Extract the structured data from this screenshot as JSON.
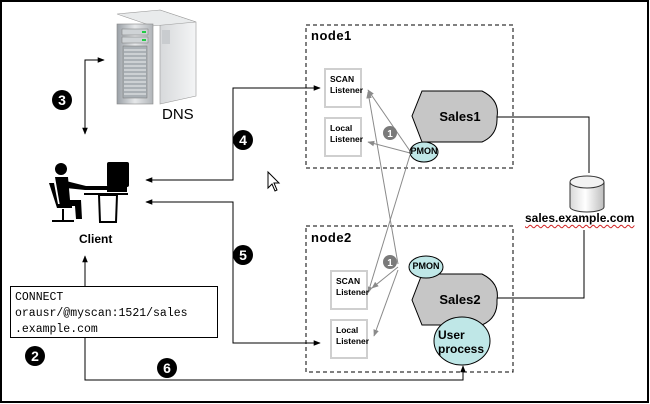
{
  "diagram": {
    "title": "SCAN listener client connection flow",
    "nodes": [
      {
        "id": "node1",
        "label": "node1",
        "scan_listener": [
          "SCAN",
          "Listener"
        ],
        "local_listener": [
          "Local",
          "Listener"
        ],
        "instance": "Sales1",
        "pmon": "PMON",
        "registration_step": "1"
      },
      {
        "id": "node2",
        "label": "node2",
        "scan_listener": [
          "SCAN",
          "Listener"
        ],
        "local_listener": [
          "Local",
          "Listener"
        ],
        "instance": "Sales2",
        "pmon": "PMON",
        "user_process": [
          "User",
          "process"
        ],
        "registration_step": "1"
      }
    ],
    "dns": {
      "label": "DNS",
      "step": "3"
    },
    "client": {
      "label": "Client"
    },
    "connect_string": {
      "lines": [
        "CONNECT",
        "orausr/@myscan:1521/sales",
        ".example.com"
      ],
      "step": "2"
    },
    "database": {
      "label": "sales.example.com"
    },
    "steps": {
      "scan_to_client": "4",
      "local_to_client": "5",
      "client_to_user_process": "6"
    }
  },
  "colors": {
    "line": "#000000",
    "registration_line": "#8a8a8a",
    "badge": "#000000",
    "registration_badge": "#7a7a7a",
    "instance_fill": "#c6c6c6",
    "process_fill": "#bfe7e7",
    "listener_border": "#cfcfcf",
    "node_border": "#000000"
  }
}
